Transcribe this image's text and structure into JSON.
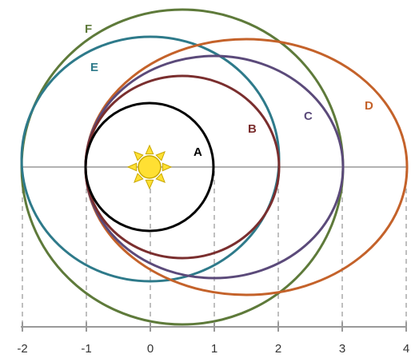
{
  "orbits": [
    {
      "label": "A",
      "color": "#000000"
    },
    {
      "label": "B",
      "color": "#7a2e2e"
    },
    {
      "label": "C",
      "color": "#5b4a7a"
    },
    {
      "label": "D",
      "color": "#c4622a"
    },
    {
      "label": "E",
      "color": "#2e7a8a"
    },
    {
      "label": "F",
      "color": "#5e7a3a"
    }
  ],
  "axis": {
    "ticks": [
      "-2",
      "-1",
      "0",
      "1",
      "2",
      "3",
      "4"
    ],
    "line_color": "#999999",
    "dash_color": "#aaaaaa"
  },
  "sun": {
    "icon": "sun-icon",
    "fill": "#ffe033",
    "stroke": "#c9a800"
  }
}
